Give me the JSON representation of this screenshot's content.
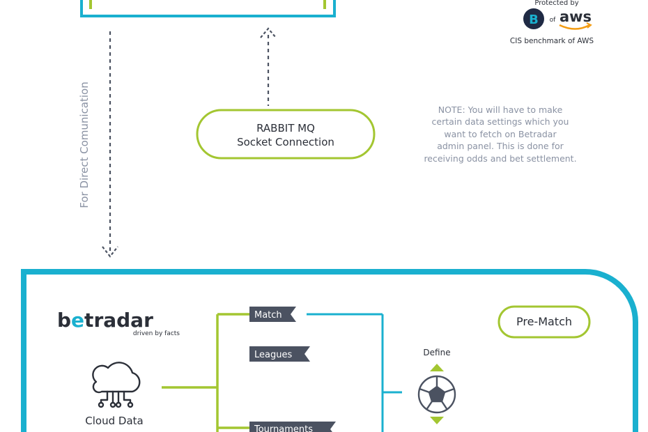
{
  "protected_by": {
    "label": "Protected by",
    "bitbucket_letter": "B",
    "of": "of",
    "aws": "aws",
    "caption": "CIS benchmark of AWS"
  },
  "communication_label": "For Direct Comunication",
  "rabbit": {
    "line1": "RABBIT MQ",
    "line2": "Socket Connection"
  },
  "note": {
    "lines": [
      "NOTE: You will have to make",
      "certain data settings which you",
      "want to fetch on Betradar",
      "admin panel. This is done for",
      "receiving odds and bet settlement."
    ]
  },
  "betradar": {
    "brand_b": "b",
    "brand_e": "e",
    "brand_t": "t",
    "brand_radar": "radar",
    "tagline": "driven by facts"
  },
  "cloud_label": "Cloud Data",
  "tags": [
    "Match",
    "Leagues",
    "Tournaments"
  ],
  "define_label": "Define",
  "prematch_label": "Pre-Match",
  "colors": {
    "green": "#a3c631",
    "cyan": "#1ab0cf",
    "dark": "#2b2f38",
    "tag": "#4b5261",
    "note": "#8a92a3"
  }
}
